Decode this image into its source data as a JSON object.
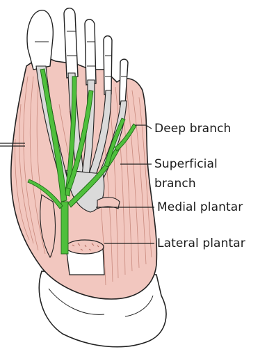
{
  "colors": {
    "muscle": "#f2c7bf",
    "muscle_shadow": "#e3a79a",
    "nerve": "#4fbf3c",
    "nerve_dark": "#1f6b17",
    "bone": "#ffffff",
    "tendon": "#d9d9d9",
    "outline": "#222222"
  },
  "labels": {
    "deep_branch": "Deep branch",
    "superficial_line1": "Superficial",
    "superficial_line2": "branch",
    "medial_plantar": "Medial plantar",
    "lateral_plantar": "Lateral plantar"
  }
}
